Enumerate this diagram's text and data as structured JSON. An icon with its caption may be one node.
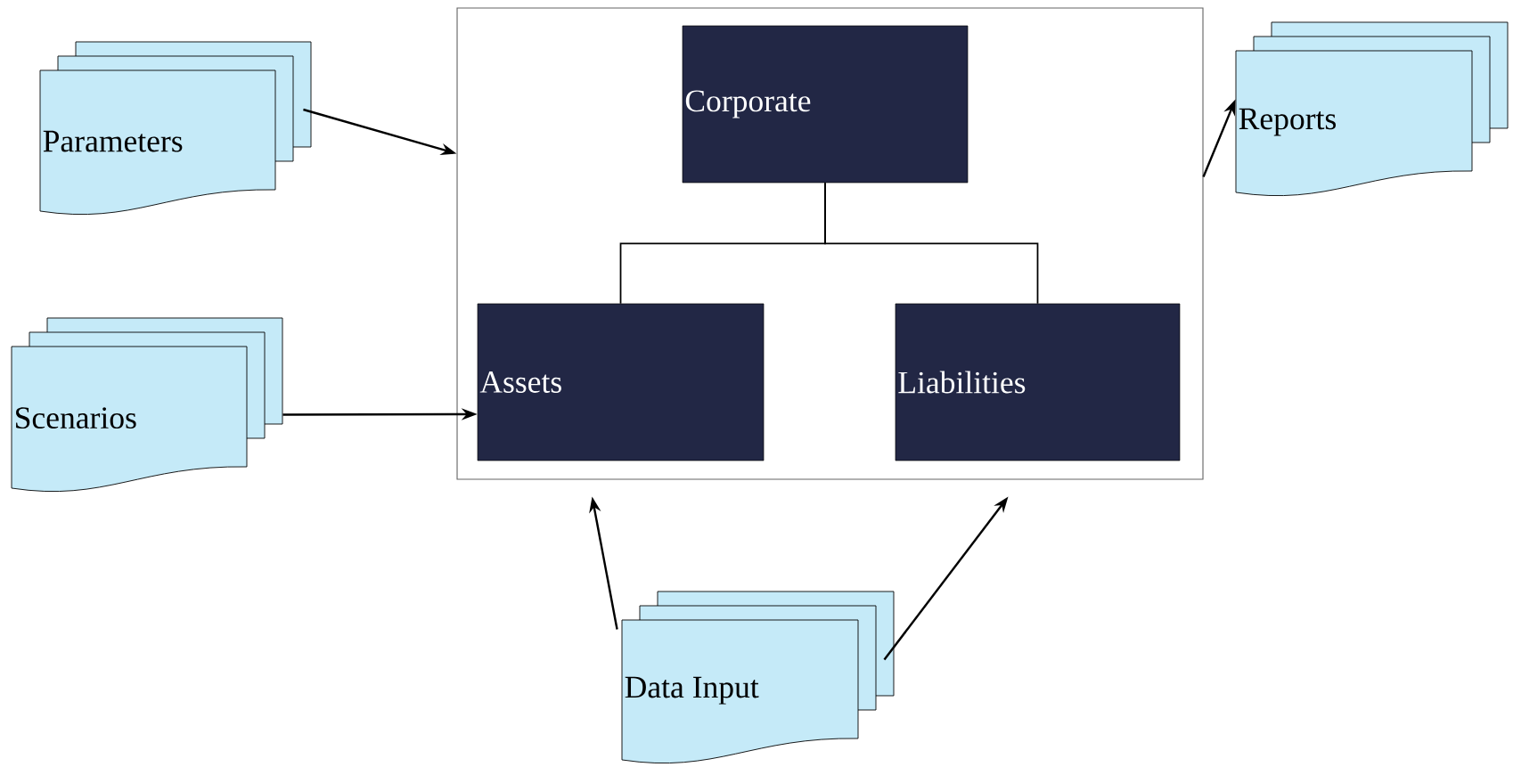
{
  "diagram": {
    "nodes": [
      {
        "text": [
          "Parameters"
        ]
      },
      {
        "text": [
          "Scenarios"
        ]
      },
      {
        "text": [
          "Reports"
        ]
      },
      {
        "text": [
          "Data Input"
        ]
      },
      {
        "text": [],
        "shape": "box"
      },
      {
        "text": [
          "Corporate"
        ],
        "in": 4
      },
      {
        "text": [
          "Assets"
        ],
        "in": 4
      },
      {
        "text": [
          "Liabilities"
        ],
        "in": 4
      }
    ],
    "edges": [
      {
        "from": 0,
        "to": 4,
        "arrow": "to"
      },
      {
        "from": 1,
        "to": 6,
        "arrow": "to"
      },
      {
        "from": 3,
        "to": 4,
        "arrow": "to"
      },
      {
        "from": 3,
        "to": 4,
        "arrow": "to"
      },
      {
        "from": 4,
        "to": 2,
        "arrow": "to"
      },
      {
        "from": 5,
        "to": 6,
        "arrow": "none"
      },
      {
        "from": 5,
        "to": 7,
        "arrow": "none"
      }
    ]
  }
}
